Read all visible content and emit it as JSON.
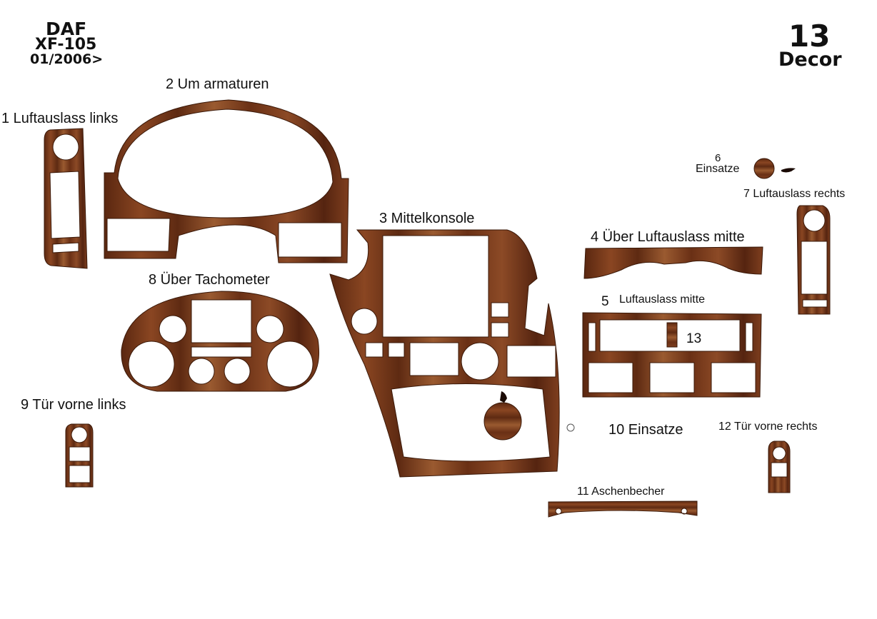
{
  "header_left": {
    "brand": "DAF",
    "model": "XF-105",
    "date": "01/2006>"
  },
  "header_right": {
    "count": "13",
    "type": "Decor"
  },
  "parts": {
    "p1": "1 Luftauslass links",
    "p2": "2 Um armaturen",
    "p3": "3  Mittelkonsole",
    "p4": "4 Über Luftauslass mitte",
    "p5_num": "5",
    "p5_name": "Luftauslass mitte",
    "p6_num": "6",
    "p6_name": "Einsatze",
    "p7": "7  Luftauslass rechts",
    "p8": "8  Über Tachometer",
    "p9": "9  Tür vorne links",
    "p10": "10 Einsatze",
    "p11": "11 Aschenbecher",
    "p12": "12  Tür vorne rechts",
    "p13": "13"
  },
  "colors": {
    "wood_dark": "#4a1f0c",
    "wood_mid": "#7a3a1c",
    "wood_light": "#9c5a30"
  }
}
